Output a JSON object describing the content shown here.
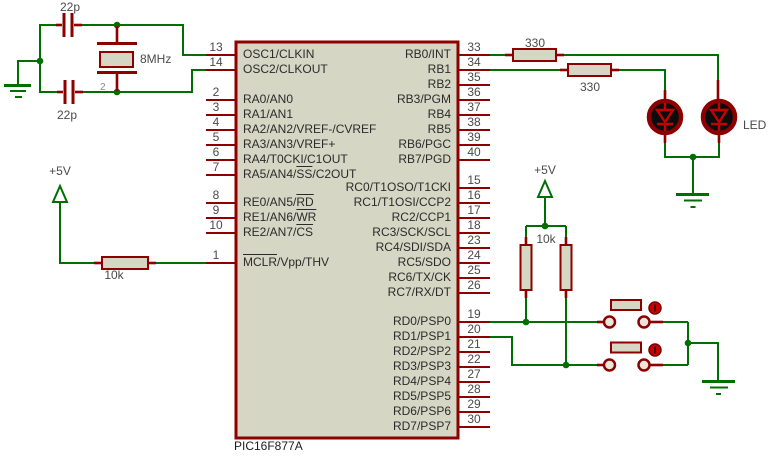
{
  "colors": {
    "bg": "#FFFFFF",
    "wire": "#006E00",
    "pin": "#8C0000",
    "bright": "#C80000",
    "fill": "#D6D6C4",
    "led": "#0C0C0C",
    "term": "#EAE6DA",
    "text": "#2B2B2B",
    "label": "#4A4A4A"
  },
  "chip": {
    "label": "PIC16F877A",
    "banks": [
      {
        "id": "osc",
        "side": "left",
        "pins": [
          {
            "num": "13",
            "name": "OSC1/CLKIN"
          },
          {
            "num": "14",
            "name": "OSC2/CLKOUT"
          }
        ]
      },
      {
        "id": "porta",
        "side": "left",
        "pins": [
          {
            "num": "2",
            "name": "RA0/AN0"
          },
          {
            "num": "3",
            "name": "RA1/AN1"
          },
          {
            "num": "4",
            "name": "RA2/AN2/VREF-/CVREF"
          },
          {
            "num": "5",
            "name": "RA3/AN3/VREF+"
          },
          {
            "num": "6",
            "name": "RA4/T0CKI/C1OUT"
          },
          {
            "num": "7",
            "name": "RA5/AN4/~SS~/C2OUT"
          }
        ]
      },
      {
        "id": "porte",
        "side": "left",
        "pins": [
          {
            "num": "8",
            "name": "RE0/AN5/~RD~"
          },
          {
            "num": "9",
            "name": "RE1/AN6/~WR~"
          },
          {
            "num": "10",
            "name": "RE2/AN7/~CS~"
          }
        ]
      },
      {
        "id": "mclr",
        "side": "left",
        "pins": [
          {
            "num": "1",
            "name": "~MCLR~/Vpp/THV"
          }
        ]
      },
      {
        "id": "portb",
        "side": "right",
        "pins": [
          {
            "num": "33",
            "name": "RB0/INT"
          },
          {
            "num": "34",
            "name": "RB1"
          },
          {
            "num": "35",
            "name": "RB2"
          },
          {
            "num": "36",
            "name": "RB3/PGM"
          },
          {
            "num": "37",
            "name": "RB4"
          },
          {
            "num": "38",
            "name": "RB5"
          },
          {
            "num": "39",
            "name": "RB6/PGC"
          },
          {
            "num": "40",
            "name": "RB7/PGD"
          }
        ]
      },
      {
        "id": "portc",
        "side": "right",
        "pins": [
          {
            "num": "15",
            "name": "RC0/T1OSO/T1CKI"
          },
          {
            "num": "16",
            "name": "RC1/T1OSI/CCP2"
          },
          {
            "num": "17",
            "name": "RC2/CCP1"
          },
          {
            "num": "18",
            "name": "RC3/SCK/SCL"
          },
          {
            "num": "23",
            "name": "RC4/SDI/SDA"
          },
          {
            "num": "24",
            "name": "RC5/SDO"
          },
          {
            "num": "25",
            "name": "RC6/TX/CK"
          },
          {
            "num": "26",
            "name": "RC7/RX/DT"
          }
        ]
      },
      {
        "id": "portd",
        "side": "right",
        "pins": [
          {
            "num": "19",
            "name": "RD0/PSP0"
          },
          {
            "num": "20",
            "name": "RD1/PSP1"
          },
          {
            "num": "21",
            "name": "RD2/PSP2"
          },
          {
            "num": "22",
            "name": "RD3/PSP3"
          },
          {
            "num": "27",
            "name": "RD4/PSP4"
          },
          {
            "num": "28",
            "name": "RD5/PSP5"
          },
          {
            "num": "29",
            "name": "RD6/PSP6"
          },
          {
            "num": "30",
            "name": "RD7/PSP7"
          }
        ]
      }
    ]
  },
  "labels": {
    "cap_top": "22p",
    "cap_bottom": "22p",
    "crystal": "8MHz",
    "res_mclr": "10k",
    "res_led1": "330",
    "res_led2": "330",
    "res_pullup": "10k",
    "vcc_left": "+5V",
    "vcc_right": "+5V",
    "led": "LED",
    "chip": "PIC16F877A",
    "stray": "2"
  }
}
